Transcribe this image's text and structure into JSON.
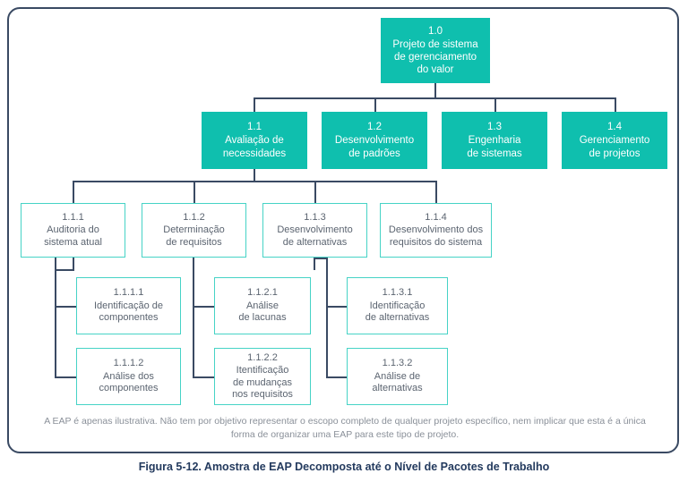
{
  "figure": {
    "caption": "Figura 5-12. Amostra de EAP Decomposta até o Nível de Pacotes de Trabalho",
    "footnote": "A EAP é apenas ilustrativa. Não tem por objetivo representar o escopo completo de qualquer projeto  específico, nem implicar que esta é a única forma de organizar uma EAP para este tipo de projeto.",
    "colors": {
      "accent_fill": "#0FBFAE",
      "accent_border": "#46D3C6",
      "connector": "#3a4a63",
      "frame": "#3a4a63",
      "caption_text": "#233a5e",
      "node_text": "#5b6470",
      "footnote_text": "#8a9099"
    }
  },
  "nodes": {
    "root": {
      "number": "1.0",
      "title": "Projeto de sistema\nde gerenciamento\ndo valor"
    },
    "level2": [
      {
        "number": "1.1",
        "title": "Avaliação de\nnecessidades"
      },
      {
        "number": "1.2",
        "title": "Desenvolvimento\nde padrões"
      },
      {
        "number": "1.3",
        "title": "Engenharia\nde sistemas"
      },
      {
        "number": "1.4",
        "title": "Gerenciamento\nde projetos"
      }
    ],
    "level3": [
      {
        "number": "1.1.1",
        "title": "Auditoria do\nsistema atual"
      },
      {
        "number": "1.1.2",
        "title": "Determinação\nde requisitos"
      },
      {
        "number": "1.1.3",
        "title": "Desenvolvimento\nde alternativas"
      },
      {
        "number": "1.1.4",
        "title": "Desenvolvimento dos\nrequisitos do sistema"
      }
    ],
    "level4": [
      {
        "number": "1.1.1.1",
        "title": "Identificação de\ncomponentes"
      },
      {
        "number": "1.1.2.1",
        "title": "Análise\nde lacunas"
      },
      {
        "number": "1.1.3.1",
        "title": "Identificação\nde alternativas"
      },
      {
        "number": "1.1.1.2",
        "title": "Análise dos\ncomponentes"
      },
      {
        "number": "1.1.2.2",
        "title": "Itentificação\nde mudanças\nnos requisitos"
      },
      {
        "number": "1.1.3.2",
        "title": "Análise de\nalternativas"
      }
    ]
  }
}
